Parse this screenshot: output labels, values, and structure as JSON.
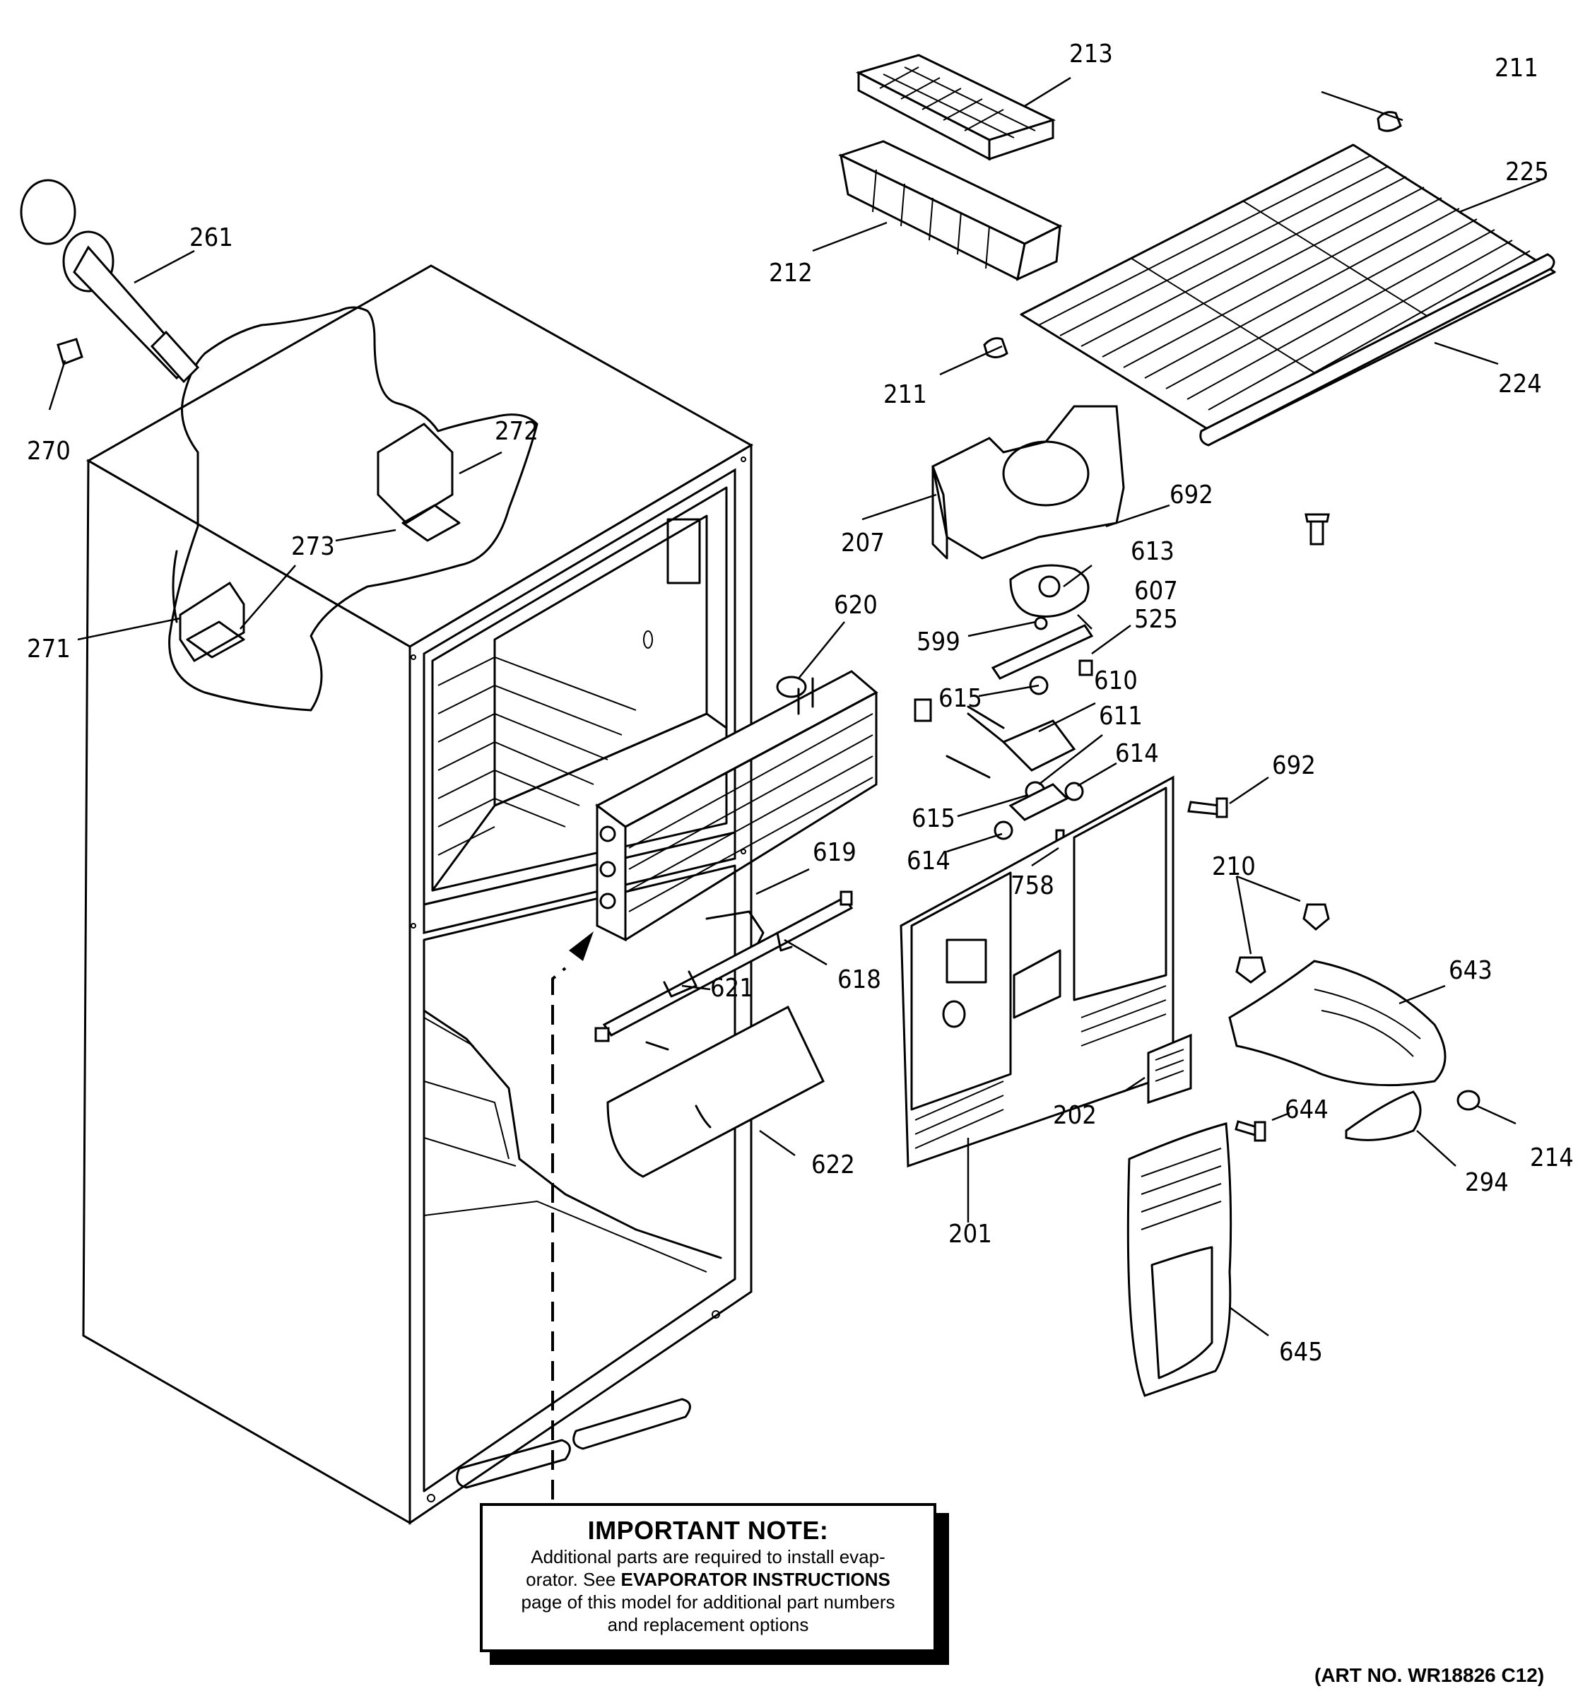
{
  "part_labels": {
    "p213": "213",
    "p211a": "211",
    "p225": "225",
    "p212": "212",
    "p211b": "211",
    "p224": "224",
    "p261": "261",
    "p270": "270",
    "p272": "272",
    "p273": "273",
    "p271": "271",
    "p207": "207",
    "p692a": "692",
    "p613": "613",
    "p620": "620",
    "p607": "607",
    "p599": "599",
    "p525": "525",
    "p615a": "615",
    "p610": "610",
    "p611": "611",
    "p614a": "614",
    "p692b": "692",
    "p615b": "615",
    "p614b": "614",
    "p758": "758",
    "p619": "619",
    "p210": "210",
    "p618": "618",
    "p621": "621",
    "p643": "643",
    "p202": "202",
    "p644": "644",
    "p622": "622",
    "p214": "214",
    "p294": "294",
    "p201": "201",
    "p645": "645"
  },
  "note": {
    "title": "IMPORTANT NOTE:",
    "line1": "Additional parts are required to install evap-",
    "line2_start": "orator.  See ",
    "line2_bold": "EVAPORATOR INSTRUCTIONS",
    "line3": "page of this model for additional part numbers",
    "line4": "and replacement options"
  },
  "art_number": "(ART NO. WR18826 C12)"
}
